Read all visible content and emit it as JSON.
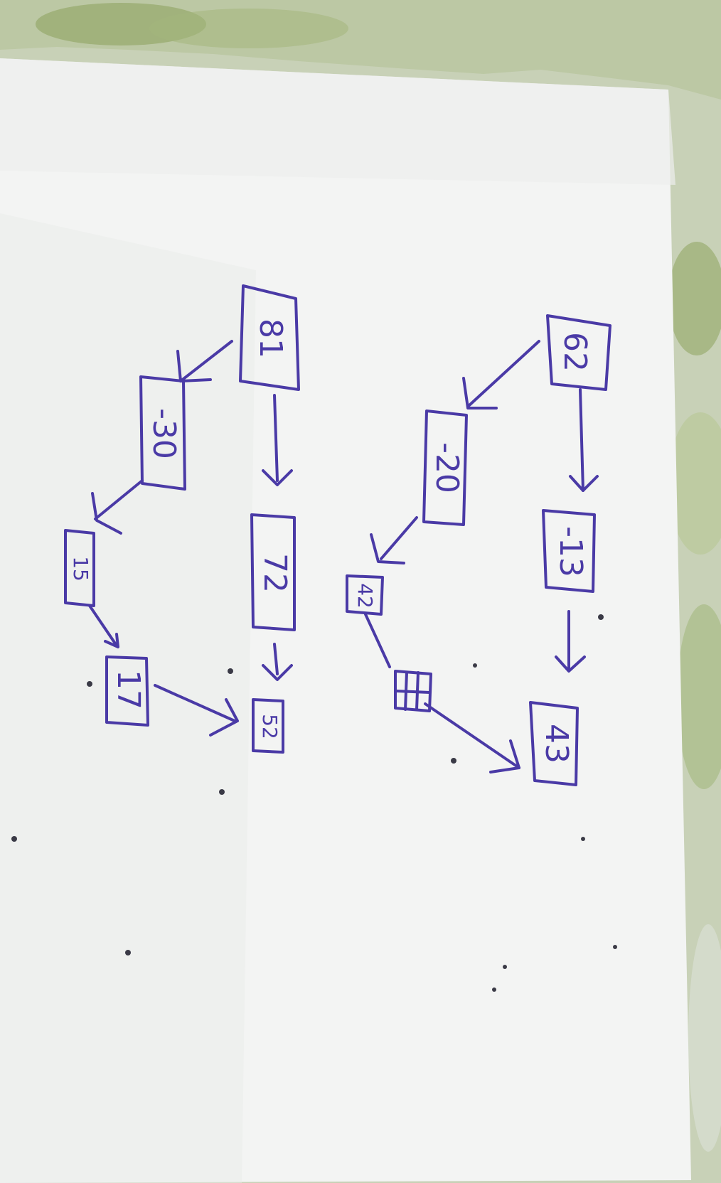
{
  "photo": {
    "background_colors": {
      "paper": "#f2f3f2",
      "paper_shadow": "#e7e9e7",
      "surroundings": "#c9d1b6",
      "leaf_green": "#9fb36e",
      "ink": "#4a3aa6"
    },
    "diagram_upper": {
      "node_top_right": "62",
      "node_middle_right": "-13",
      "node_bottom_right": "43",
      "node_left_branch": "-20",
      "node_small_box": "42",
      "node_hatched": "田"
    },
    "diagram_lower": {
      "node_top": "81",
      "node_middle": "72",
      "node_bottom": "52",
      "node_left_branch": "-30",
      "node_left_lower": "15",
      "node_left_bottom": "17"
    }
  }
}
